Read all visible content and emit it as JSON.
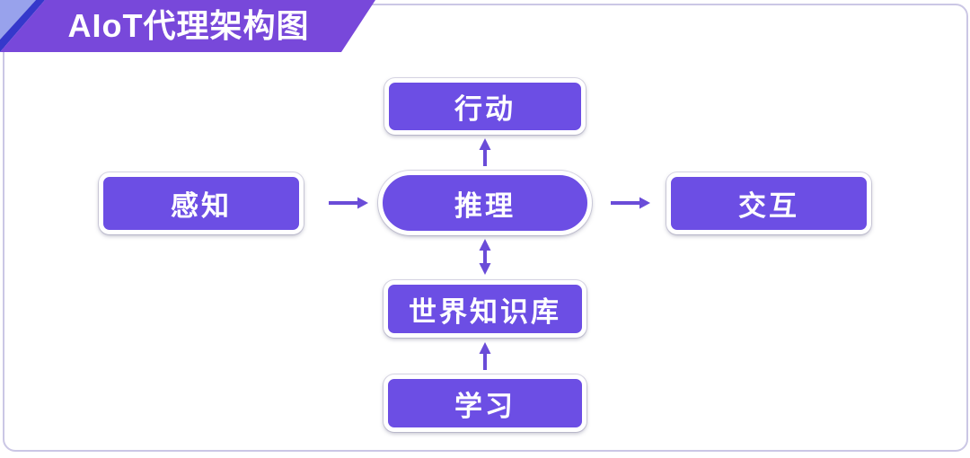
{
  "header": {
    "title": "AIoT代理架构图"
  },
  "nodes": {
    "action": {
      "label": "行动"
    },
    "perception": {
      "label": "感知"
    },
    "reasoning": {
      "label": "推理"
    },
    "interaction": {
      "label": "交互"
    },
    "world_knowledge": {
      "label": "世界知识库"
    },
    "learning": {
      "label": "学习"
    }
  },
  "edges": [
    {
      "from": "感知",
      "to": "推理",
      "direction": "one-way"
    },
    {
      "from": "推理",
      "to": "行动",
      "direction": "one-way"
    },
    {
      "from": "推理",
      "to": "交互",
      "direction": "one-way"
    },
    {
      "from": "推理",
      "to": "世界知识库",
      "direction": "two-way"
    },
    {
      "from": "学习",
      "to": "世界知识库",
      "direction": "one-way"
    }
  ],
  "colors": {
    "node_fill": "#6c4ee4",
    "node_border": "#ffffff",
    "node_text": "#ffffff",
    "ribbon_fill": "#7848da",
    "ribbon_back": "#98a2ec",
    "ribbon_stripe": "#3538cb",
    "arrow": "#6a4cd8",
    "card_border": "#cbc7e5",
    "title_text": "#ffffff"
  }
}
